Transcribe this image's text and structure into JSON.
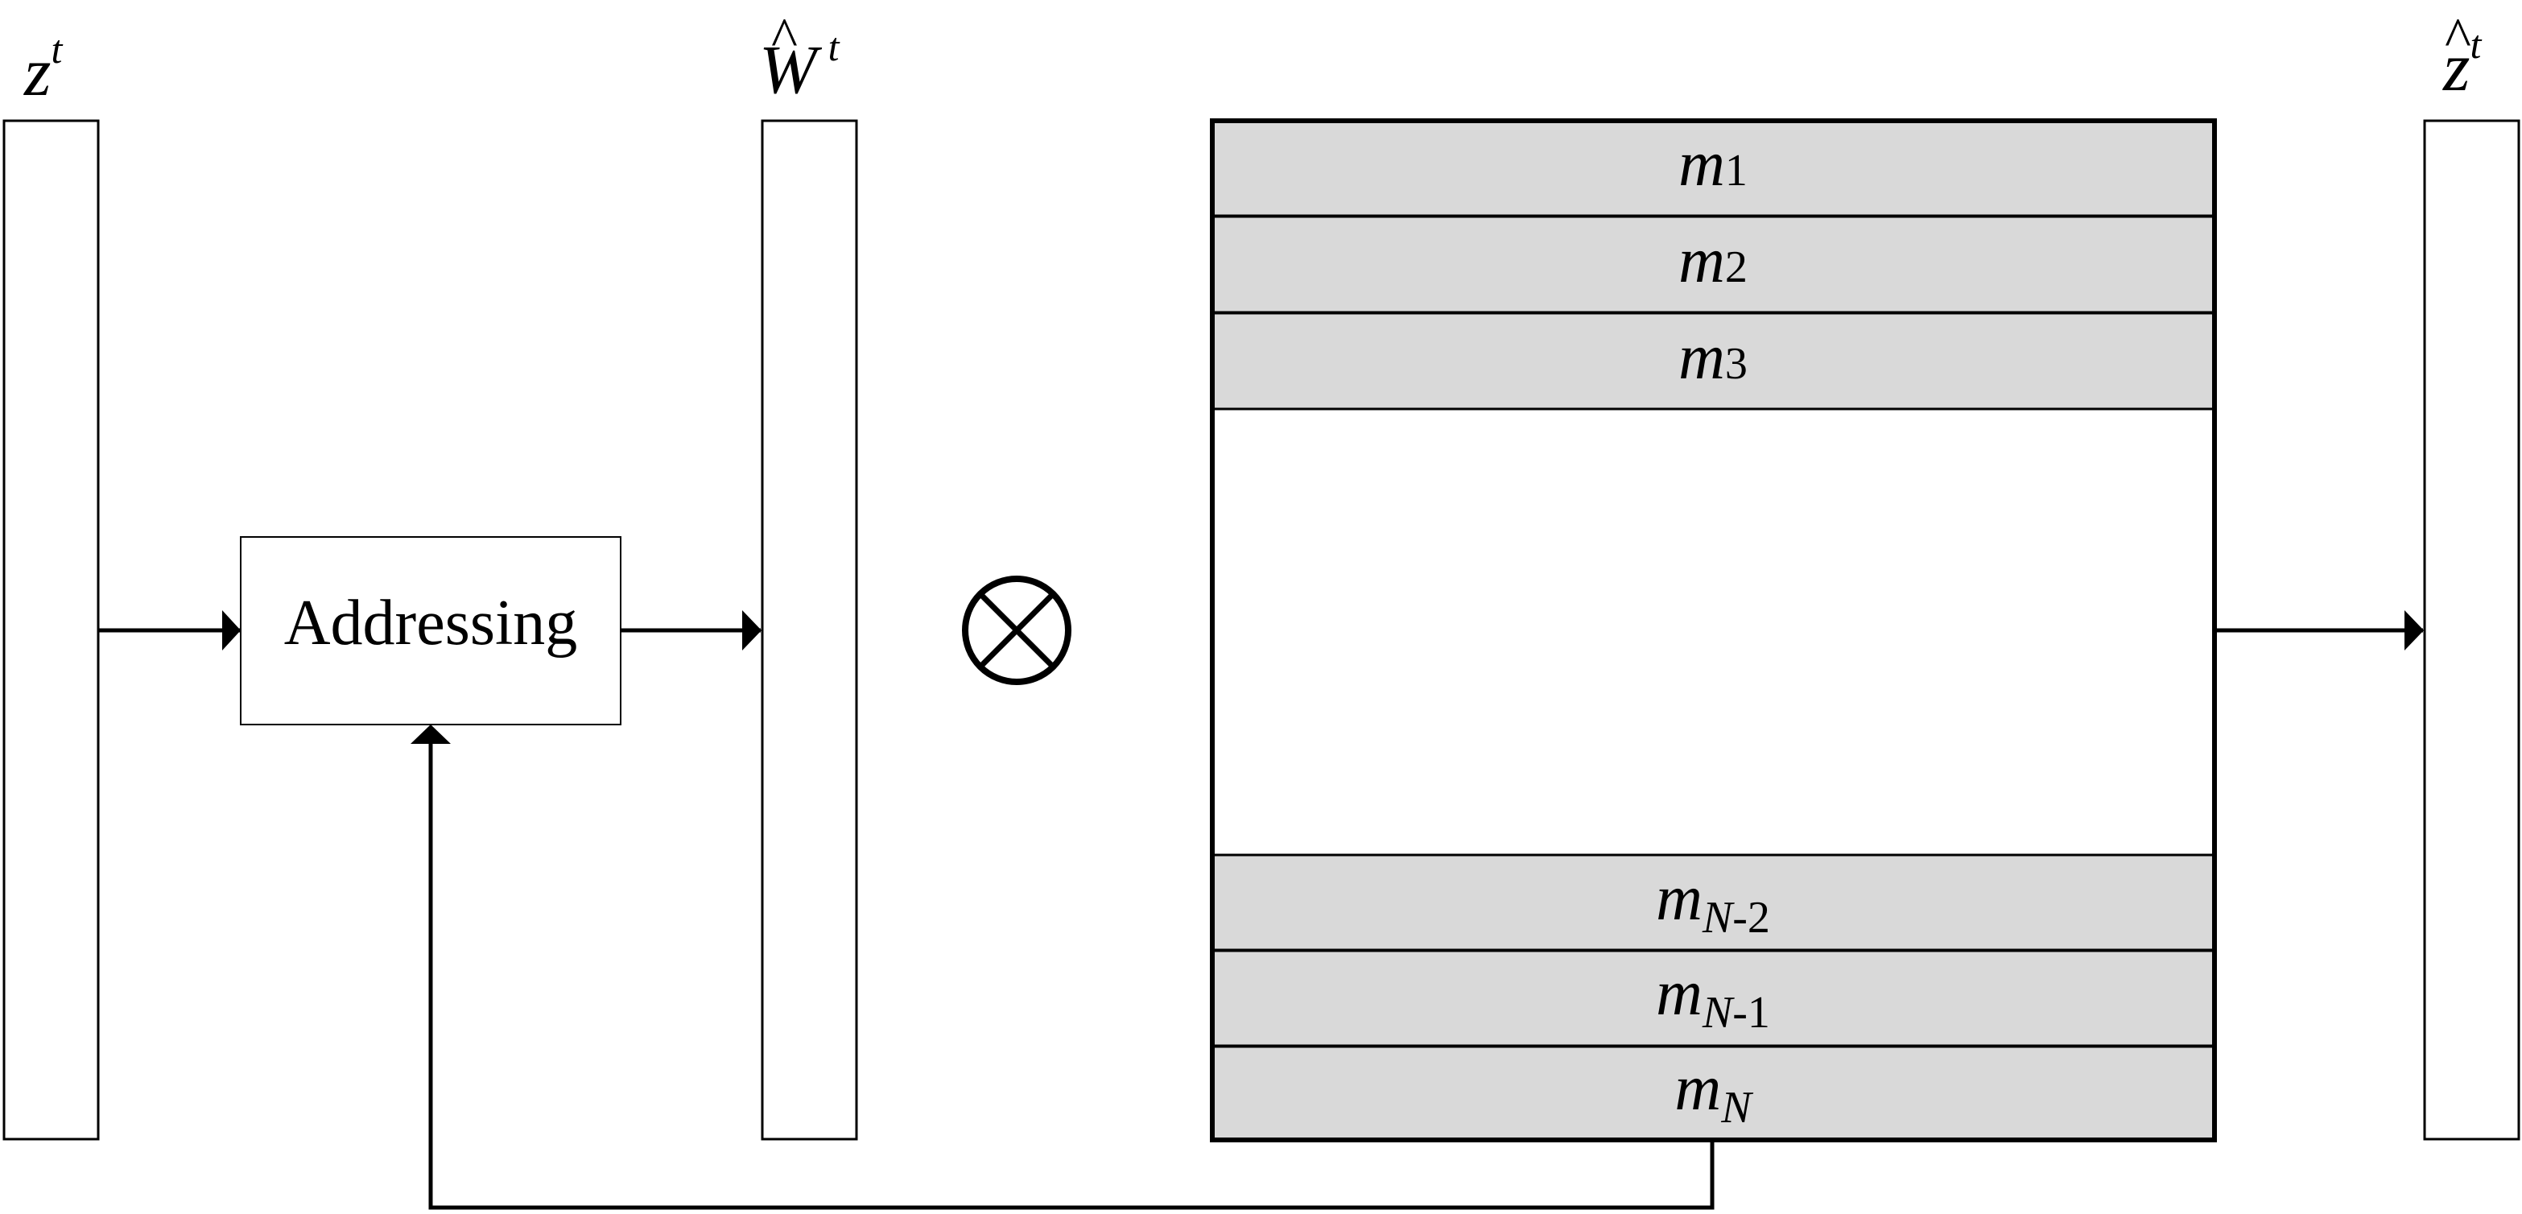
{
  "labels": {
    "z_input": {
      "base": "z",
      "sup": "t"
    },
    "w_hat": {
      "base": "W",
      "accent": "^",
      "sup": "t"
    },
    "z_hat": {
      "base": "z",
      "accent": "^",
      "sup": "t"
    }
  },
  "addressing_label": "Addressing",
  "multiply_symbol": "⊗",
  "memory_rows": [
    {
      "base": "m",
      "sub_italic": "",
      "sub_plain": "1"
    },
    {
      "base": "m",
      "sub_italic": "",
      "sub_plain": "2"
    },
    {
      "base": "m",
      "sub_italic": "",
      "sub_plain": "3"
    },
    {
      "base": "m",
      "sub_italic": "N",
      "sub_plain": "-2"
    },
    {
      "base": "m",
      "sub_italic": "N",
      "sub_plain": "-1"
    },
    {
      "base": "m",
      "sub_italic": "N",
      "sub_plain": ""
    }
  ],
  "colors": {
    "stroke": "#000000",
    "row_fill": "#d9d9d9",
    "background": "#ffffff"
  }
}
